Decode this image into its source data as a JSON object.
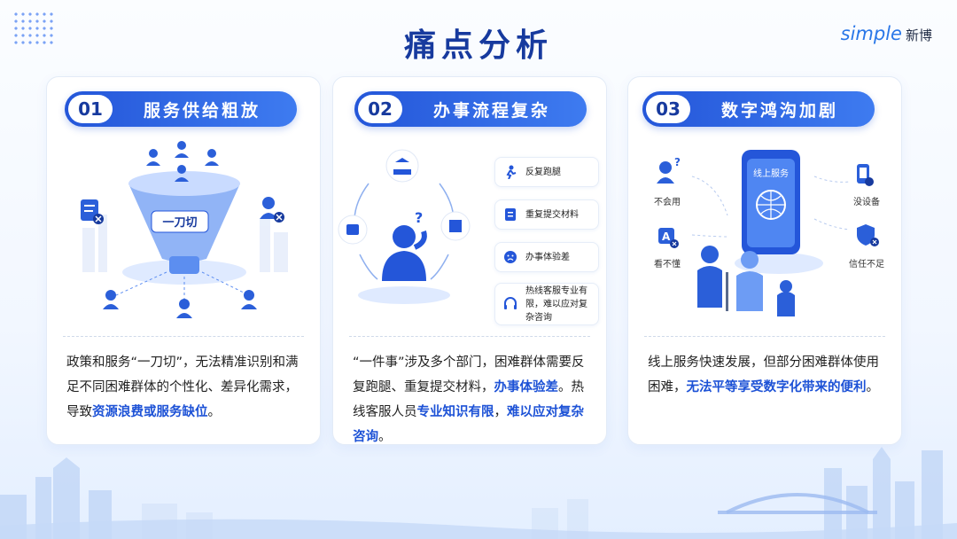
{
  "page": {
    "title": "痛点分析"
  },
  "brand": {
    "en": "simple",
    "cn": "新博"
  },
  "cards": [
    {
      "num": "01",
      "title": "服务供给粗放",
      "funnel_label": "一刀切",
      "desc": [
        {
          "t": "政策和服务“一刀切”，无法精准识别和满足不同困难群体的个性化、差异化需求，导致",
          "hl": false
        },
        {
          "t": "资源浪费或服务缺位",
          "hl": true
        },
        {
          "t": "。",
          "hl": false
        }
      ]
    },
    {
      "num": "02",
      "title": "办事流程复杂",
      "steps": [
        "反复跑腿",
        "重复提交材料",
        "办事体验差",
        "热线客服专业有限，难以应对复杂咨询"
      ],
      "desc": [
        {
          "t": "“一件事”涉及多个部门，困难群体需要反复跑腿、重复提交材料，",
          "hl": false
        },
        {
          "t": "办事体验差",
          "hl": true
        },
        {
          "t": "。热线客服人员",
          "hl": false
        },
        {
          "t": "专业知识有限",
          "hl": true
        },
        {
          "t": "，",
          "hl": false
        },
        {
          "t": "难以应对复杂咨询",
          "hl": true
        },
        {
          "t": "。",
          "hl": false
        }
      ]
    },
    {
      "num": "03",
      "title": "数字鸿沟加剧",
      "phone_label": "线上服务",
      "left_labels": [
        "不会用",
        "看不懂"
      ],
      "right_labels": [
        "没设备",
        "信任不足"
      ],
      "desc": [
        {
          "t": "线上服务快速发展，但部分困难群体使用困难，",
          "hl": false
        },
        {
          "t": "无法平等享受数字化带来的便利",
          "hl": true
        },
        {
          "t": "。",
          "hl": false
        }
      ]
    }
  ],
  "colors": {
    "primary": "#2456d9",
    "dark": "#173a9e",
    "highlight": "#1d52d6"
  }
}
